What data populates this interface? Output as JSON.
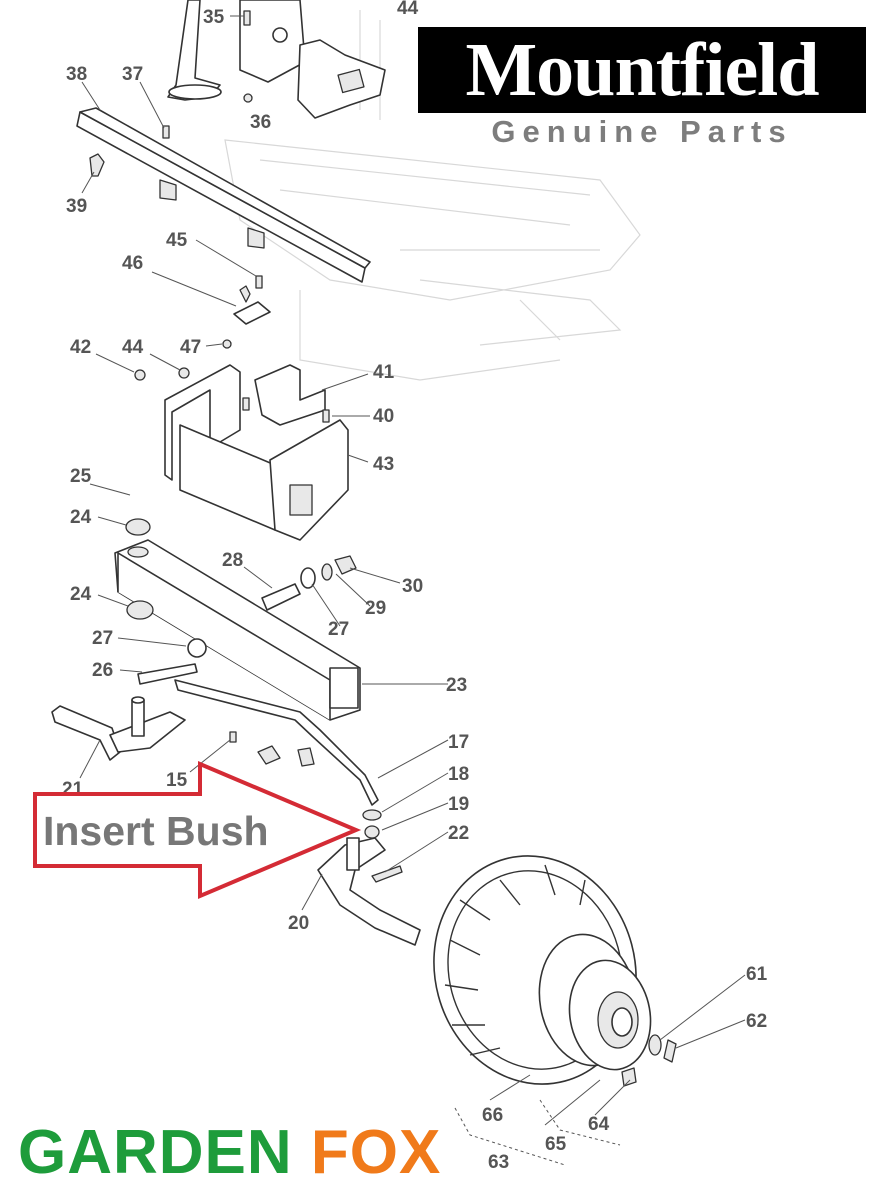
{
  "brand": {
    "name": "Mountfield",
    "tagline": "Genuine Parts"
  },
  "callout": {
    "text": "Insert Bush",
    "color": "#d42b35"
  },
  "footer_logo": {
    "word1": "GARDEN",
    "word2": "FOX",
    "color1": "#1e9c3b",
    "color2": "#f07a1a"
  },
  "part_numbers": [
    "35",
    "44",
    "38",
    "37",
    "36",
    "39",
    "45",
    "46",
    "42",
    "44",
    "47",
    "41",
    "40",
    "43",
    "25",
    "24",
    "28",
    "30",
    "24",
    "29",
    "27",
    "27",
    "26",
    "23",
    "21",
    "15",
    "17",
    "18",
    "19",
    "22",
    "20",
    "61",
    "62",
    "66",
    "64",
    "65",
    "63"
  ],
  "icons": [
    "wheel-icon",
    "axle-icon",
    "bracket-icon",
    "fox-head-icon"
  ]
}
